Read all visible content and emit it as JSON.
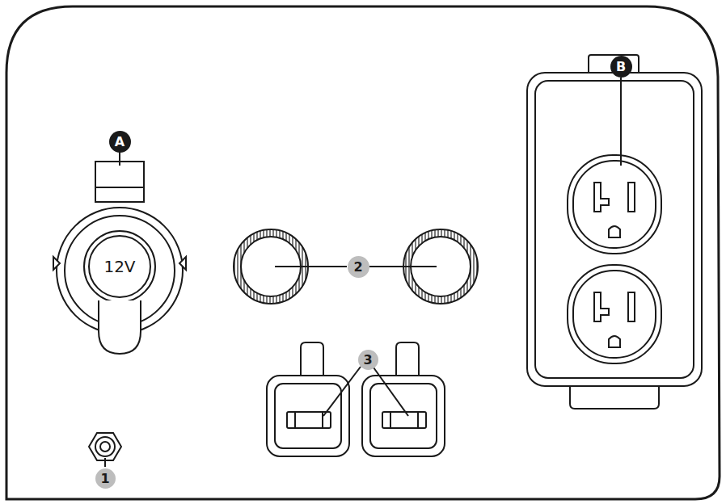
{
  "diagram": {
    "labels": [
      "A",
      "B",
      "1",
      "2",
      "3",
      "12V"
    ]
  }
}
